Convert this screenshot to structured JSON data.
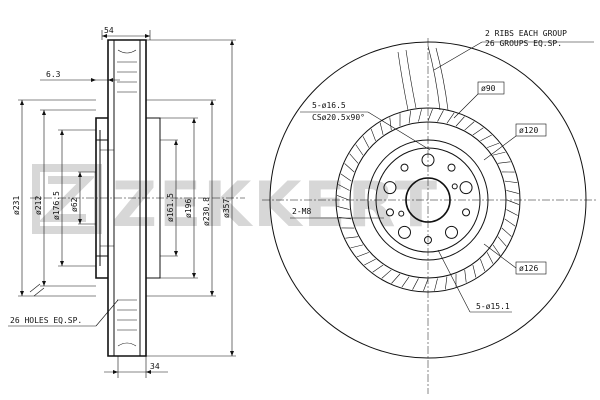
{
  "watermark": {
    "brand": "ZEKKERT"
  },
  "side_view": {
    "top_width": "54",
    "hub_offset": "6.3",
    "bottom_width": "34",
    "holes_note": "26 HOLES EQ.SP.",
    "diameters": [
      "ø231",
      "ø212",
      "ø176.5",
      "ø62",
      "ø161.5",
      "ø196",
      "ø230.8",
      "ø357"
    ]
  },
  "front_view": {
    "ribs_note_line1": "2 RIBS EACH GROUP",
    "ribs_note_line2": "26 GROUPS EQ.SP.",
    "bolt_holes": "5-ø16.5",
    "countersink": "CSø20.5x90°",
    "thread": "2-M8",
    "small_holes": "5-ø15.1",
    "pcd_90": "ø90",
    "pcd_120": "ø120",
    "pcd_126": "ø126"
  }
}
